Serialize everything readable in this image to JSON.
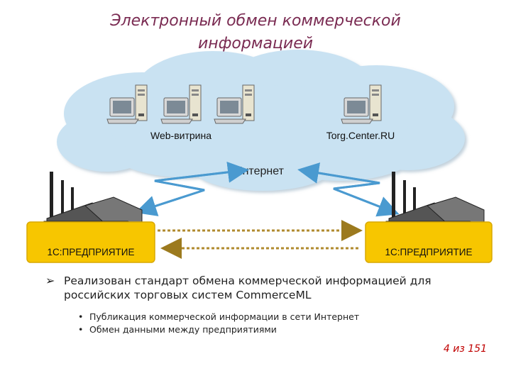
{
  "title": "Электронный обмен коммерческой информацией",
  "cloud": {
    "label_web": "Web-витрина",
    "label_torg": "Torg.Center.RU",
    "label_internet": "Интернет"
  },
  "enterprise_left": {
    "label": "1С:ПРЕДПРИЯТИЕ"
  },
  "enterprise_right": {
    "label": "1С:ПРЕДПРИЯТИЕ"
  },
  "bullets": {
    "main_line1": "Реализован стандарт обмена коммерческой информацией для",
    "main_line2": "российских торговых систем CommerceML",
    "sub": [
      "Публикация коммерческой информации в сети Интернет",
      "Обмен данными между предприятиями"
    ]
  },
  "page_number": "4 из 151",
  "colors": {
    "title": "#7a2b52",
    "cloud": "#c9e2f2",
    "enterprise_box": "#f7c600",
    "arrow_blue": "#4a9ad0",
    "arrow_dashed": "#b08a2e",
    "page_number": "#c00000"
  }
}
